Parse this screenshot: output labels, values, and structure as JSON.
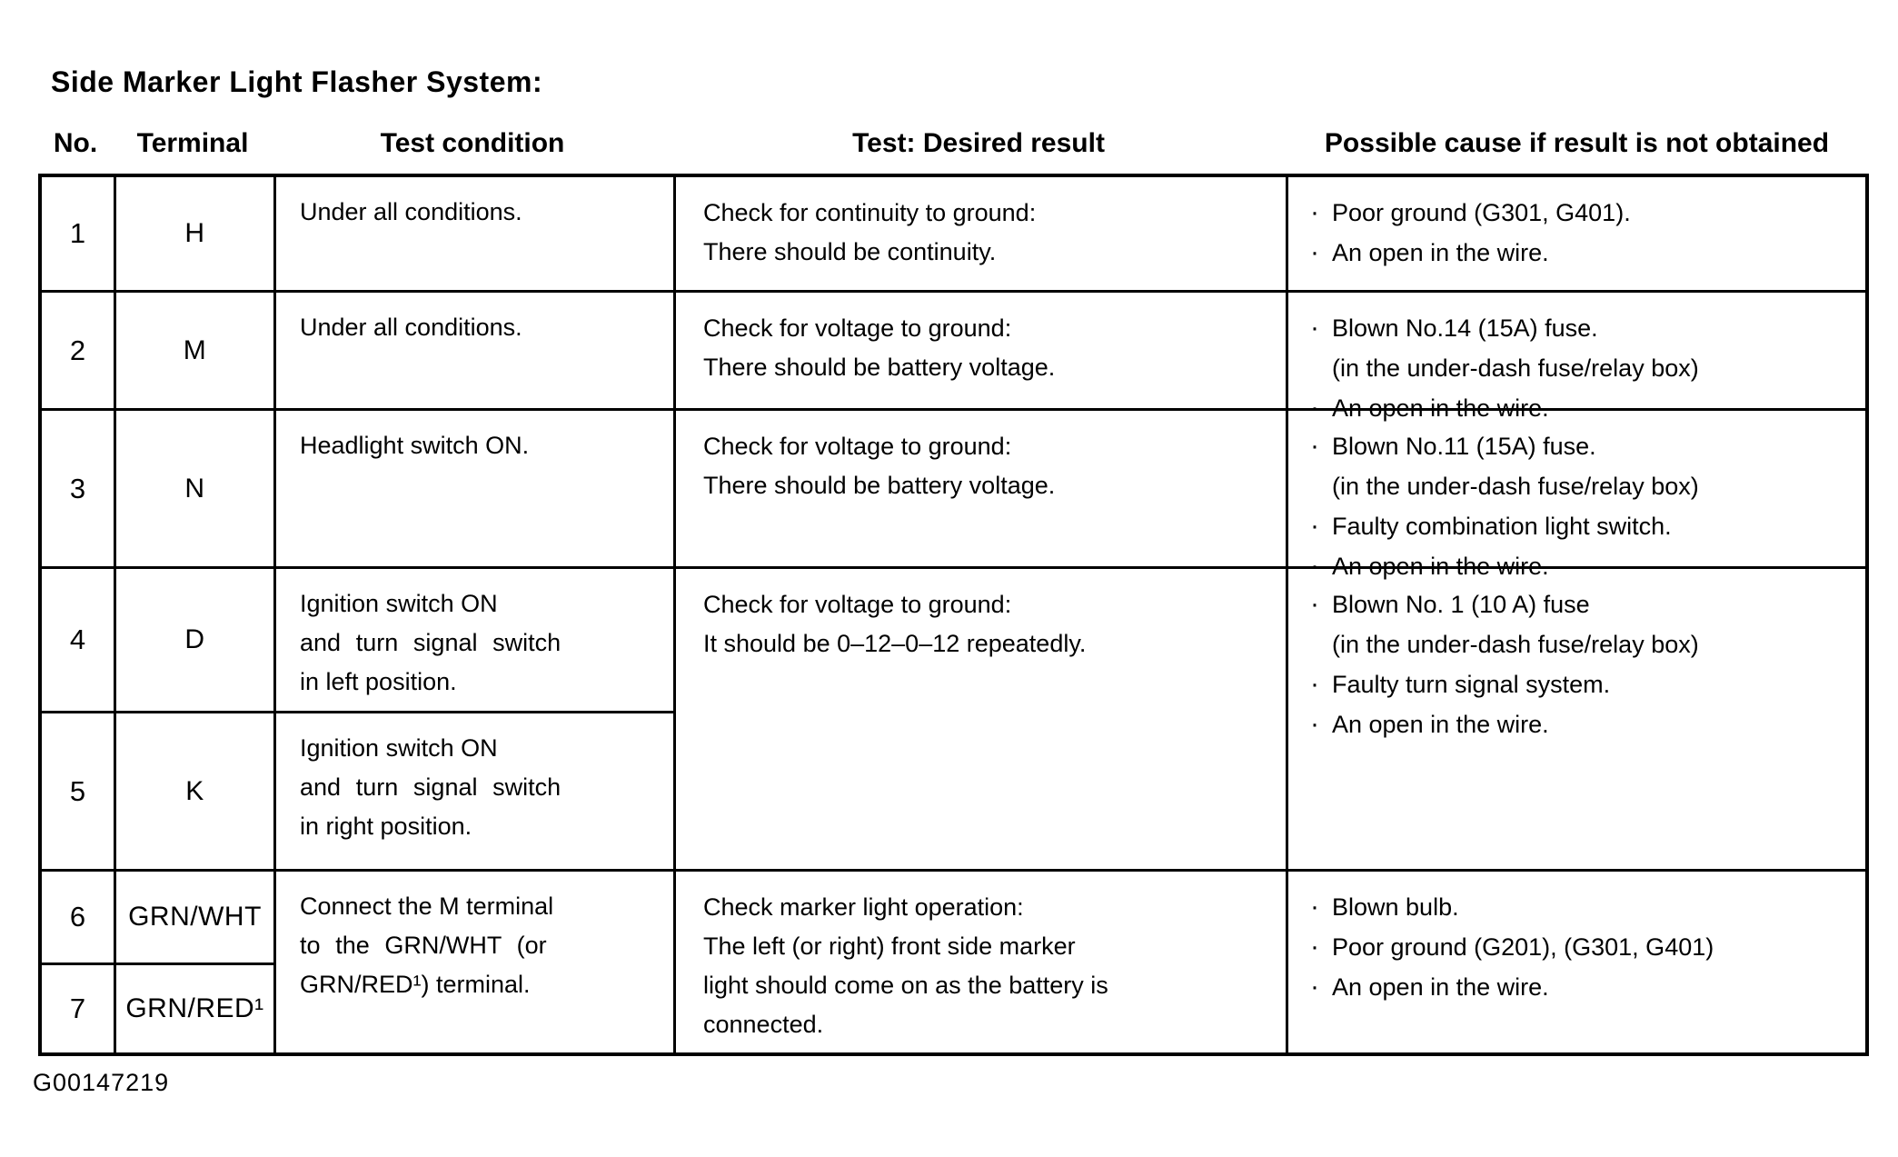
{
  "title": "Side Marker Light Flasher System:",
  "footer_code": "G00147219",
  "table": {
    "bullet": "·",
    "columns": [
      "No.",
      "Terminal",
      "Test condition",
      "Test: Desired result",
      "Possible cause if result is not obtained"
    ],
    "rows": [
      {
        "no": "1",
        "terminal": "H",
        "condition": [
          "Under all conditions."
        ],
        "result": [
          "Check for continuity to ground:",
          "There should be continuity."
        ],
        "causes": [
          {
            "lines": [
              "Poor ground (G301, G401)."
            ]
          },
          {
            "lines": [
              "An open in the wire."
            ]
          }
        ]
      },
      {
        "no": "2",
        "terminal": "M",
        "condition": [
          "Under all conditions."
        ],
        "result": [
          "Check for voltage to ground:",
          "There should be battery voltage."
        ],
        "causes": [
          {
            "lines": [
              "Blown No.14 (15A) fuse.",
              "(in the under-dash fuse/relay box)"
            ]
          },
          {
            "lines": [
              "An open in the wire."
            ]
          }
        ]
      },
      {
        "no": "3",
        "terminal": "N",
        "condition": [
          "Headlight switch ON."
        ],
        "result": [
          "Check for voltage to ground:",
          "There should be battery voltage."
        ],
        "causes": [
          {
            "lines": [
              "Blown No.11 (15A) fuse.",
              "(in the under-dash fuse/relay box)"
            ]
          },
          {
            "lines": [
              "Faulty combination light switch."
            ]
          },
          {
            "lines": [
              "An open in the wire."
            ]
          }
        ]
      },
      {
        "no": "4",
        "terminal": "D",
        "condition": [
          "Ignition switch ON",
          "and turn signal switch",
          "in left position."
        ],
        "result": [
          "Check for voltage to ground:",
          "It should be 0–12–0–12 repeatedly."
        ],
        "causes": [
          {
            "lines": [
              "Blown No. 1 (10 A) fuse",
              "(in the under-dash fuse/relay box)"
            ]
          },
          {
            "lines": [
              "Faulty turn signal system."
            ]
          },
          {
            "lines": [
              "An open in the wire."
            ]
          }
        ]
      },
      {
        "no": "5",
        "terminal": "K",
        "condition": [
          "Ignition switch ON",
          "and turn signal switch",
          "in right position."
        ]
      },
      {
        "no": "6",
        "terminal": "GRN/WHT",
        "condition": [
          "Connect the M terminal",
          "to the GRN/WHT (or",
          "GRN/RED¹) terminal."
        ],
        "result": [
          "Check marker light operation:",
          "The left (or right) front side marker",
          "light should come on as the battery is",
          "connected."
        ],
        "causes": [
          {
            "lines": [
              "Blown bulb."
            ]
          },
          {
            "lines": [
              "Poor ground (G201), (G301, G401)"
            ]
          },
          {
            "lines": [
              "An open in the wire."
            ]
          }
        ]
      },
      {
        "no": "7",
        "terminal": "GRN/RED¹"
      }
    ]
  }
}
